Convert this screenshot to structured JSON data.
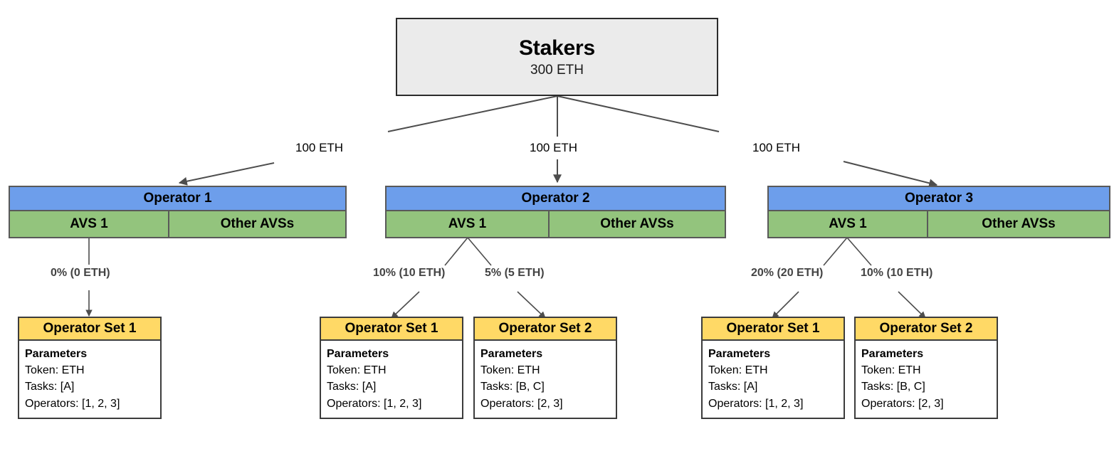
{
  "diagram": {
    "title": "EigenLayer Operator Sets allocation diagram",
    "colors": {
      "stakers_fill": "#ebebeb",
      "operator_header_fill": "#6d9eeb",
      "avs_cell_fill": "#93c47d",
      "operator_set_header_fill": "#ffd966",
      "operator_set_body_fill": "#ffffff",
      "edge_stroke": "#4d4d4d",
      "pct_label_color": "#434343"
    }
  },
  "stakers": {
    "title": "Stakers",
    "amount": "300 ETH"
  },
  "stake_edges": [
    {
      "label": "100 ETH"
    },
    {
      "label": "100 ETH"
    },
    {
      "label": "100 ETH"
    }
  ],
  "operators": [
    {
      "name": "Operator 1",
      "avs_label": "AVS 1",
      "other_label": "Other AVSs",
      "allocations": [
        {
          "label": "0% (0 ETH)"
        }
      ],
      "operator_sets": [
        {
          "name": "Operator Set 1",
          "params_title": "Parameters",
          "token": "Token: ETH",
          "tasks": "Tasks: [A]",
          "operators": "Operators: [1, 2, 3]"
        }
      ]
    },
    {
      "name": "Operator 2",
      "avs_label": "AVS 1",
      "other_label": "Other AVSs",
      "allocations": [
        {
          "label": "10% (10 ETH)"
        },
        {
          "label": "5% (5 ETH)"
        }
      ],
      "operator_sets": [
        {
          "name": "Operator Set 1",
          "params_title": "Parameters",
          "token": "Token: ETH",
          "tasks": "Tasks: [A]",
          "operators": "Operators: [1, 2, 3]"
        },
        {
          "name": "Operator Set 2",
          "params_title": "Parameters",
          "token": "Token: ETH",
          "tasks": "Tasks: [B, C]",
          "operators": "Operators: [2, 3]"
        }
      ]
    },
    {
      "name": "Operator 3",
      "avs_label": "AVS 1",
      "other_label": "Other AVSs",
      "allocations": [
        {
          "label": "20% (20 ETH)"
        },
        {
          "label": "10% (10 ETH)"
        }
      ],
      "operator_sets": [
        {
          "name": "Operator Set 1",
          "params_title": "Parameters",
          "token": "Token: ETH",
          "tasks": "Tasks: [A]",
          "operators": "Operators: [1, 2, 3]"
        },
        {
          "name": "Operator Set 2",
          "params_title": "Parameters",
          "token": "Token: ETH",
          "tasks": "Tasks: [B, C]",
          "operators": "Operators: [2, 3]"
        }
      ]
    }
  ]
}
